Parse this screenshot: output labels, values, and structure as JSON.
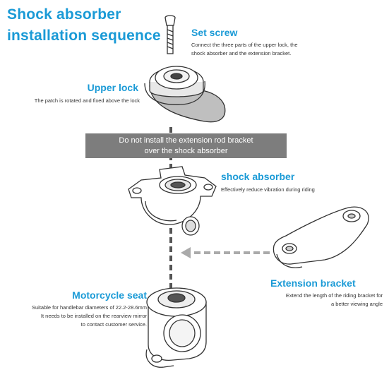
{
  "title": {
    "line1": "Shock absorber",
    "line2": "installation sequence"
  },
  "set_screw": {
    "heading": "Set screw",
    "desc": [
      "Connect the three parts of the upper lock, the",
      "shock absorber and the extension bracket."
    ]
  },
  "upper_lock": {
    "heading": "Upper lock",
    "desc": [
      "The patch is rotated and fixed above the lock"
    ]
  },
  "warning": {
    "lines": [
      "Do not install the extension rod bracket",
      "over the shock absorber"
    ]
  },
  "shock_absorber": {
    "heading": "shock absorber",
    "desc": [
      "Effectively reduce vibration during riding"
    ]
  },
  "extension_bracket": {
    "heading": "Extension bracket",
    "desc": [
      "Extend the length of the riding bracket for",
      "a better viewing angle"
    ]
  },
  "motorcycle_seat": {
    "heading": "Motorcycle seat",
    "desc": [
      "Suitable for handlebar diameters of 22.2-28.6mm",
      "It needs to be installed on the rearview mirror",
      "to contact customer service."
    ]
  },
  "colors": {
    "accent": "#1a9ad6",
    "banner": "#7d7d7d",
    "line": "#555555",
    "arrow": "#aaaaaa"
  }
}
